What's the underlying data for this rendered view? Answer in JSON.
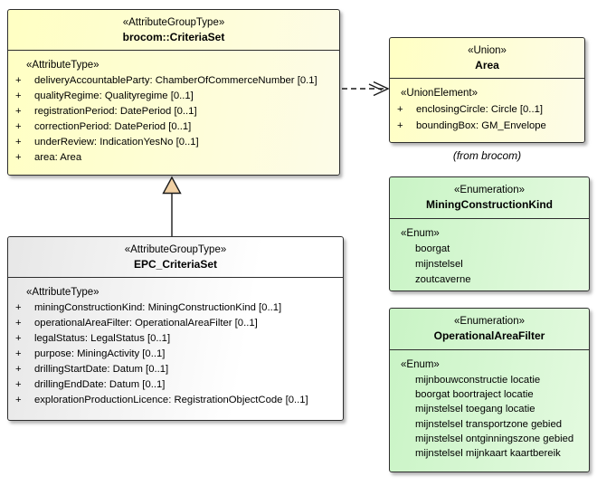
{
  "colors": {
    "yellow_left": "#ffffc3",
    "yellow_right": "#fdfce8",
    "green_left": "#c9f4c5",
    "green_right": "#e4fae0",
    "gray_left": "#e7e7e7",
    "gray_right": "#ffffff",
    "border": "#2e2e2e",
    "triangle_fill": "#f0d0a4",
    "bg": "#ffffff"
  },
  "classes": {
    "criteria_set": {
      "stereotype": "«AttributeGroupType»",
      "name": "brocom::CriteriaSet",
      "section": "«AttributeType»",
      "attributes": [
        {
          "vis": "+",
          "text": "deliveryAccountableParty: ChamberOfCommerceNumber [0.1]"
        },
        {
          "vis": "+",
          "text": "qualityRegime: Qualityregime [0..1]"
        },
        {
          "vis": "+",
          "text": "registrationPeriod: DatePeriod [0..1]"
        },
        {
          "vis": "+",
          "text": "correctionPeriod: DatePeriod [0..1]"
        },
        {
          "vis": "+",
          "text": "underReview: IndicationYesNo [0..1]"
        },
        {
          "vis": "+",
          "text": "area: Area"
        }
      ]
    },
    "epc_criteria_set": {
      "stereotype": "«AttributeGroupType»",
      "name": "EPC_CriteriaSet",
      "section": "«AttributeType»",
      "attributes": [
        {
          "vis": "+",
          "text": "miningConstructionKind: MiningConstructionKind [0..1]"
        },
        {
          "vis": "+",
          "text": "operationalAreaFilter: OperationalAreaFilter [0..1]"
        },
        {
          "vis": "+",
          "text": "legalStatus: LegalStatus [0..1]"
        },
        {
          "vis": "+",
          "text": "purpose: MiningActivity [0..1]"
        },
        {
          "vis": "+",
          "text": "drillingStartDate: Datum [0..1]"
        },
        {
          "vis": "+",
          "text": "drillingEndDate: Datum [0..1]"
        },
        {
          "vis": "+",
          "text": "explorationProductionLicence: RegistrationObjectCode [0..1]"
        }
      ]
    },
    "area": {
      "stereotype": "«Union»",
      "name": "Area",
      "section": "«UnionElement»",
      "attributes": [
        {
          "vis": "+",
          "text": "enclosingCircle: Circle [0..1]"
        },
        {
          "vis": "+",
          "text": "boundingBox: GM_Envelope"
        }
      ],
      "note": "(from brocom)"
    },
    "mining_construction_kind": {
      "stereotype": "«Enumeration»",
      "name": "MiningConstructionKind",
      "section": "«Enum»",
      "literals": [
        "boorgat",
        "mijnstelsel",
        "zoutcaverne"
      ]
    },
    "operational_area_filter": {
      "stereotype": "«Enumeration»",
      "name": "OperationalAreaFilter",
      "section": "«Enum»",
      "literals": [
        "mijnbouwconstructie locatie",
        "boorgat boortraject locatie",
        "mijnstelsel toegang locatie",
        "mijnstelsel transportzone gebied",
        "mijnstelsel ontginningszone gebied",
        "mijnstelsel mijnkaart kaartbereik"
      ]
    }
  }
}
